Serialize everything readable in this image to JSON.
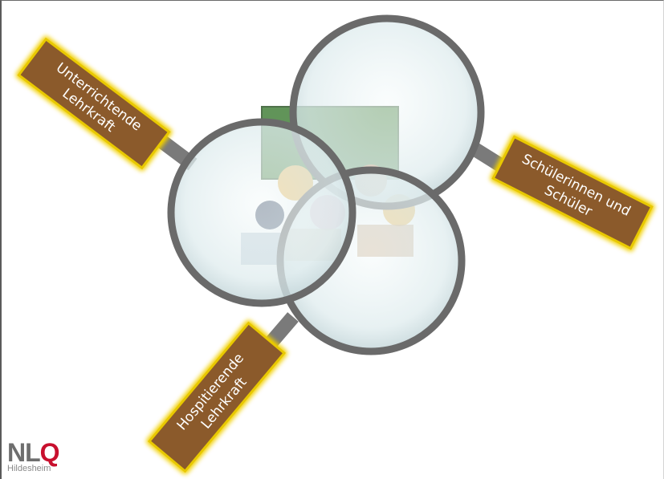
{
  "labels": {
    "teacher_line1": "Unterrichtende",
    "teacher_line2": "Lehrkraft",
    "students_line1": "Schülerinnen und",
    "students_line2": "Schüler",
    "observer_line1": "Hospitierende",
    "observer_line2": "Lehrkraft"
  },
  "logo": {
    "text": "NL",
    "text_accent": "Q",
    "subtitle": "Hildesheim"
  },
  "colors": {
    "handle_fill": "#8b5a2b",
    "handle_glow": "#f2d000",
    "lens_rim": "#666666",
    "lens_glass": "#e3eef0",
    "board": "#2f6b2a",
    "logo_gray": "#6e6e6e",
    "logo_red": "#c8102e"
  },
  "icons": [
    "magnifier-icon",
    "classroom-illustration"
  ]
}
